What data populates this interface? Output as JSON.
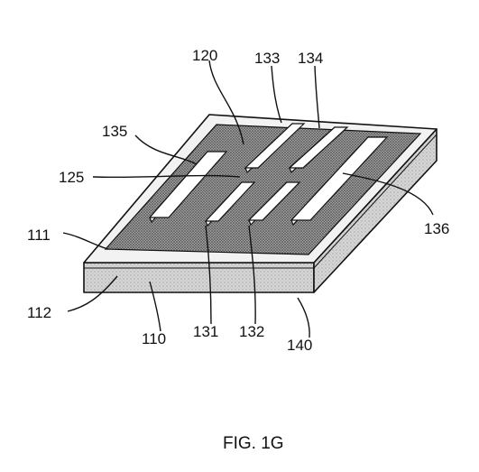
{
  "figure": {
    "caption": "FIG. 1G",
    "labels": {
      "l120": "120",
      "l133": "133",
      "l134": "134",
      "l135": "135",
      "l125": "125",
      "l136": "136",
      "l111": "111",
      "l112": "112",
      "l110": "110",
      "l131": "131",
      "l132": "132",
      "l140": "140"
    }
  }
}
